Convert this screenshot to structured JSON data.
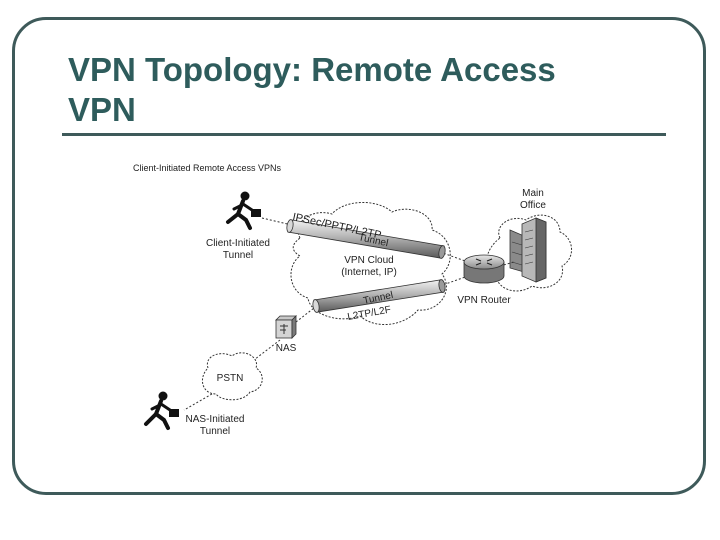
{
  "slide": {
    "title_line1": "VPN Topology: Remote Access",
    "title_line2": "VPN"
  },
  "diagram": {
    "caption": "Client-Initiated Remote Access VPNs",
    "main_office_line1": "Main",
    "main_office_line2": "Office",
    "tunnel_protocols_top": "IPSec/PPTP/L2TP",
    "tunnel_top": "Tunnel",
    "client_label_line1": "Client-Initiated",
    "client_label_line2": "Tunnel",
    "cloud_line1": "VPN Cloud",
    "cloud_line2": "(Internet, IP)",
    "tunnel_bottom": "Tunnel",
    "tunnel_protocols_bottom": "L2TP/L2F",
    "vpn_router": "VPN Router",
    "nas": "NAS",
    "pstn": "PSTN",
    "nas_label_line1": "NAS-Initiated",
    "nas_label_line2": "Tunnel"
  }
}
